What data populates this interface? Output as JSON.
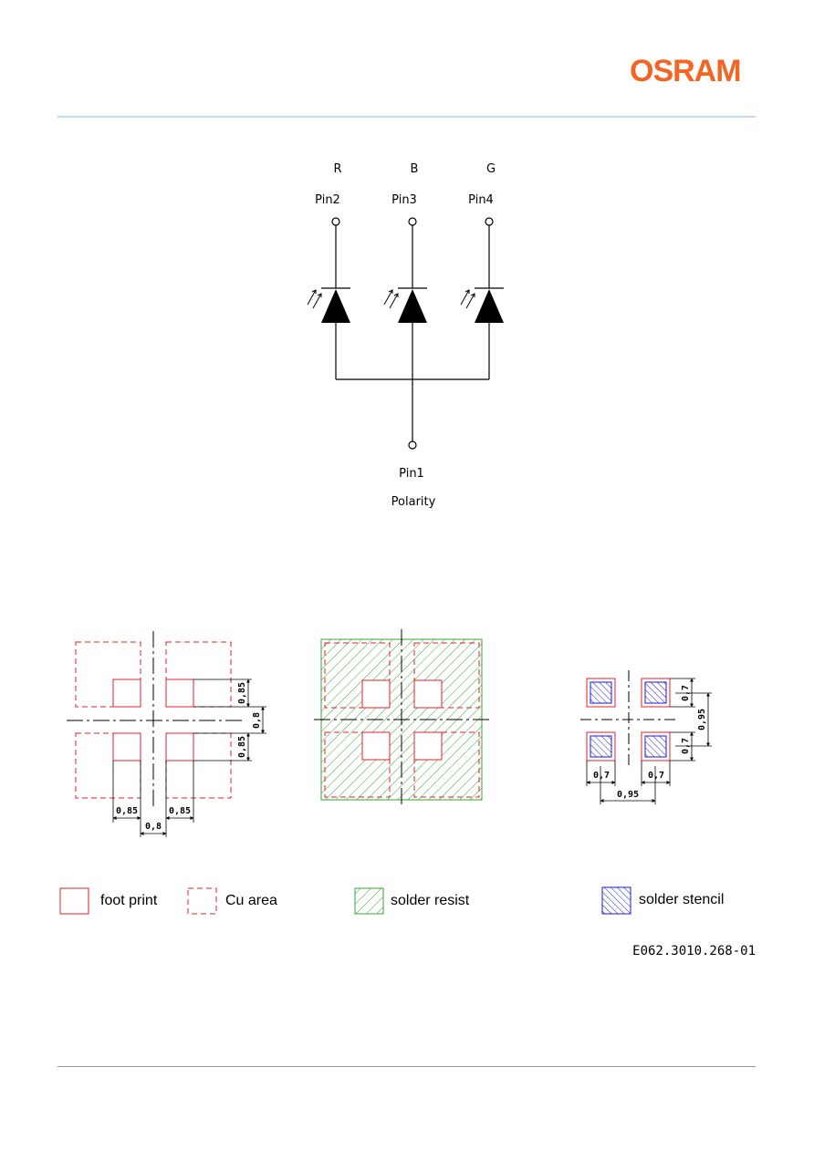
{
  "brand": {
    "logo": "OSRAM",
    "color": "#f26522"
  },
  "schematic": {
    "channels": [
      {
        "color_label": "R",
        "pin": "Pin2"
      },
      {
        "color_label": "B",
        "pin": "Pin3"
      },
      {
        "color_label": "G",
        "pin": "Pin4"
      }
    ],
    "common_pin": "Pin1",
    "common_label": "Polarity"
  },
  "footprint": {
    "dims_a": {
      "pad_h_upper": "0,85",
      "gap_v": "0,8",
      "pad_h_lower": "0,85",
      "pad_w_left": "0,85",
      "gap_h": "0,8",
      "pad_w_right": "0,85"
    },
    "dims_c": {
      "pad_h_upper": "0,7",
      "pitch_v": "0,95",
      "pad_h_lower": "0,7",
      "pad_w_left": "0,7",
      "pad_w_right": "0,7",
      "pitch_h": "0,95"
    }
  },
  "legend": [
    {
      "key": "foot_print",
      "label": "foot print",
      "color": "#e0202a"
    },
    {
      "key": "cu_area",
      "label": "Cu area",
      "color": "#e0202a"
    },
    {
      "key": "solder_resist",
      "label": "solder resist",
      "color": "#3aa335"
    },
    {
      "key": "solder_stencil",
      "label": "solder stencil",
      "color": "#1a1ad0"
    }
  ],
  "document_id": "E062.3010.268-01"
}
